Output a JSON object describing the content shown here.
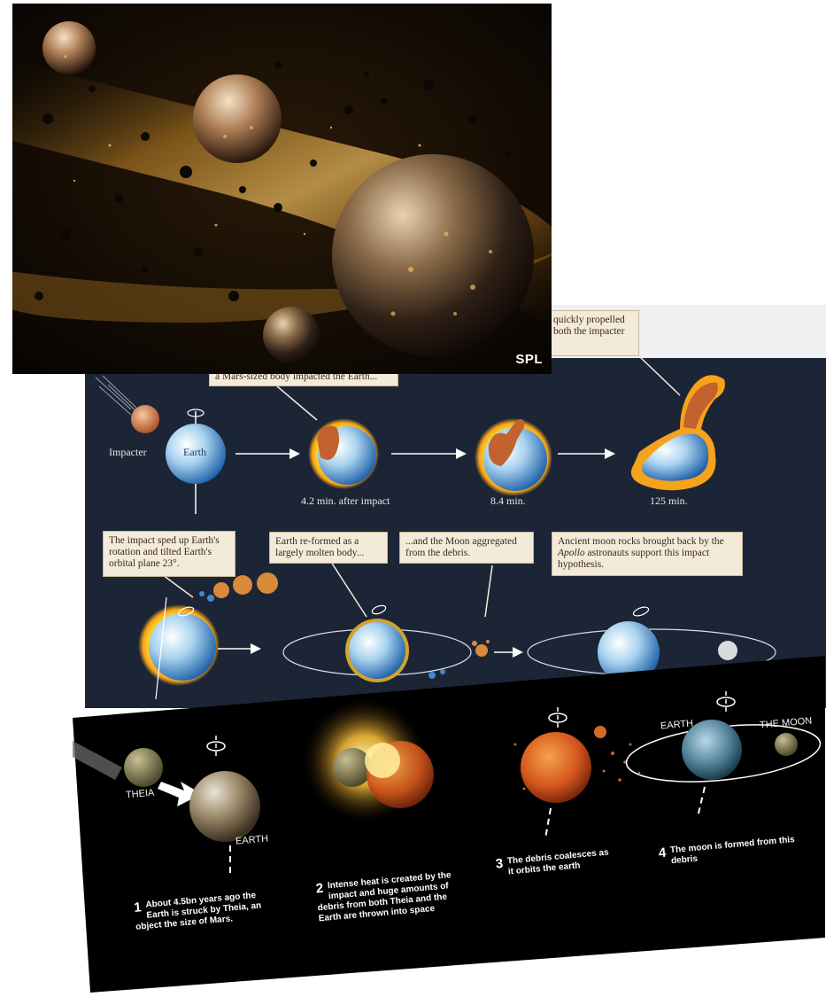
{
  "top_image": {
    "credit": "SPL"
  },
  "middle_panel": {
    "callouts": {
      "c1": "a Mars-sized body impacted the Earth...",
      "c2": "quickly propelled",
      "c2b": "both the impacter",
      "c3": "The impact sped up Earth's rotation and tilted Earth's orbital plane 23°.",
      "c4": "Earth re-formed as a largely molten body...",
      "c5": "...and the Moon aggregated from the debris.",
      "c6_pre": "Ancient moon rocks brought back by the ",
      "c6_em": "Apollo",
      "c6_post": " astronauts support this impact hypothesis."
    },
    "labels": {
      "impacter": "Impacter",
      "earth": "Earth",
      "t1": "4.2 min. after impact",
      "t2": "8.4 min.",
      "t3": "125 min."
    }
  },
  "bottom_panel": {
    "labels": {
      "theia": "THEIA",
      "earth1": "EARTH",
      "earth4": "EARTH",
      "moon": "THE MOON"
    },
    "steps": [
      {
        "num": "1",
        "text": "About 4.5bn years ago the Earth is struck by Theia, an object the size of Mars."
      },
      {
        "num": "2",
        "text": "Intense heat is created by the impact and huge amounts of debris from both Theia and the Earth are thrown into space"
      },
      {
        "num": "3",
        "text": "The debris coalesces as it orbits the earth"
      },
      {
        "num": "4",
        "text": "The moon is formed from this debris"
      }
    ]
  }
}
